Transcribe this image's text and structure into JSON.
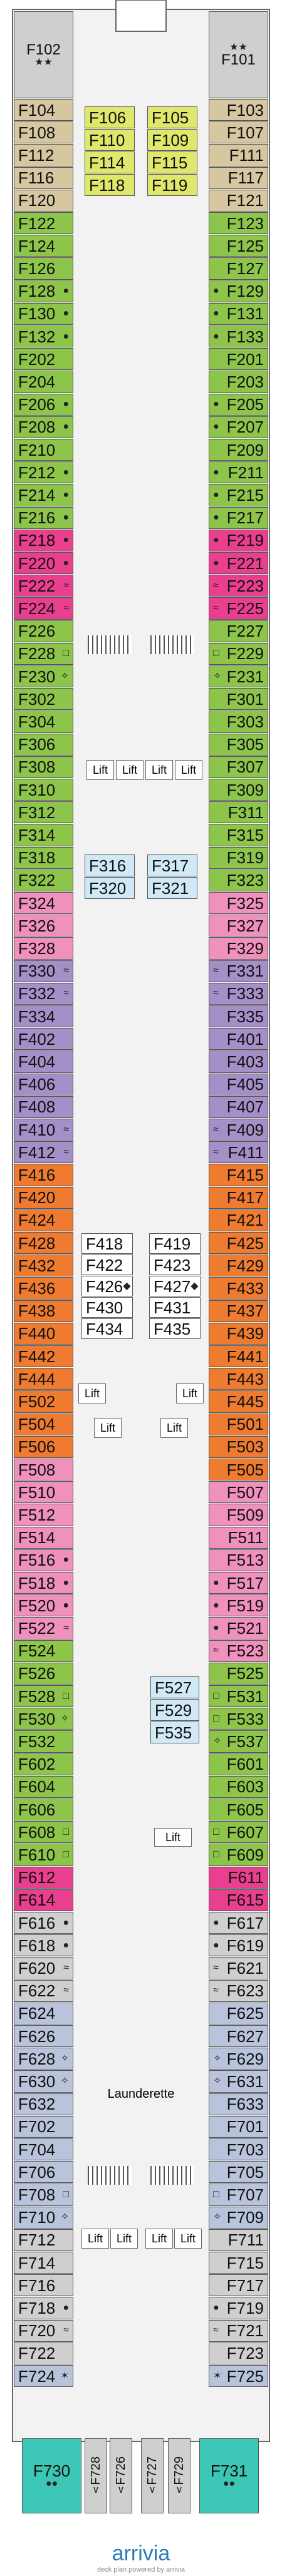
{
  "title_logo": "arrivia",
  "footer_text": "deck plan powered by arrivia",
  "launderette": "Launderette",
  "lift": "Lift",
  "colors": {
    "green": "#8dc44a",
    "yellow": "#dfe86a",
    "tan": "#d6c7a1",
    "red": "#ea3f8e",
    "orange": "#ee7b2f",
    "purple": "#a48fc8",
    "pink": "#f090bc",
    "lightblue": "#cfe9f7",
    "gray": "#cfcfcf",
    "teal": "#3cc6b6",
    "white": "#ffffff",
    "bluegray": "#b9c4dc"
  },
  "legend_symbols": {
    "dot": "●",
    "approx": "≈",
    "square": "□",
    "diamond": "◆",
    "cross": "✧",
    "star": "✶",
    "stars_pair": "★★",
    "circle_pair": "●●",
    "chevron": "∨"
  },
  "left_cabins": [
    {
      "id": "F102",
      "color": "gray",
      "sym": "stars_pair",
      "big": true
    },
    {
      "id": "F104",
      "color": "tan"
    },
    {
      "id": "F108",
      "color": "tan"
    },
    {
      "id": "F112",
      "color": "tan"
    },
    {
      "id": "F116",
      "color": "tan"
    },
    {
      "id": "F120",
      "color": "tan"
    },
    {
      "id": "F122",
      "color": "green"
    },
    {
      "id": "F124",
      "color": "green"
    },
    {
      "id": "F126",
      "color": "green"
    },
    {
      "id": "F128",
      "color": "green",
      "sym": "dot"
    },
    {
      "id": "F130",
      "color": "green",
      "sym": "dot"
    },
    {
      "id": "F132",
      "color": "green",
      "sym": "dot"
    },
    {
      "id": "F202",
      "color": "green"
    },
    {
      "id": "F204",
      "color": "green"
    },
    {
      "id": "F206",
      "color": "green",
      "sym": "dot"
    },
    {
      "id": "F208",
      "color": "green",
      "sym": "dot"
    },
    {
      "id": "F210",
      "color": "green"
    },
    {
      "id": "F212",
      "color": "green",
      "sym": "dot"
    },
    {
      "id": "F214",
      "color": "green",
      "sym": "dot"
    },
    {
      "id": "F216",
      "color": "green",
      "sym": "dot"
    },
    {
      "id": "F218",
      "color": "red",
      "sym": "dot"
    },
    {
      "id": "F220",
      "color": "red",
      "sym": "dot"
    },
    {
      "id": "F222",
      "color": "red",
      "sym": "approx"
    },
    {
      "id": "F224",
      "color": "red",
      "sym": "approx"
    },
    {
      "id": "F226",
      "color": "green"
    },
    {
      "id": "F228",
      "color": "green",
      "sym": "square"
    },
    {
      "id": "F230",
      "color": "green",
      "sym": "cross"
    },
    {
      "id": "F302",
      "color": "green"
    },
    {
      "id": "F304",
      "color": "green"
    },
    {
      "id": "F306",
      "color": "green"
    },
    {
      "id": "F308",
      "color": "green"
    },
    {
      "id": "F310",
      "color": "green"
    },
    {
      "id": "F312",
      "color": "green"
    },
    {
      "id": "F314",
      "color": "green"
    },
    {
      "id": "F318",
      "color": "green"
    },
    {
      "id": "F322",
      "color": "green"
    },
    {
      "id": "F324",
      "color": "pink"
    },
    {
      "id": "F326",
      "color": "pink"
    },
    {
      "id": "F328",
      "color": "pink"
    },
    {
      "id": "F330",
      "color": "purple",
      "sym": "approx"
    },
    {
      "id": "F332",
      "color": "purple",
      "sym": "approx"
    },
    {
      "id": "F334",
      "color": "purple"
    },
    {
      "id": "F402",
      "color": "purple"
    },
    {
      "id": "F404",
      "color": "purple"
    },
    {
      "id": "F406",
      "color": "purple"
    },
    {
      "id": "F408",
      "color": "purple"
    },
    {
      "id": "F410",
      "color": "purple",
      "sym": "approx"
    },
    {
      "id": "F412",
      "color": "purple",
      "sym": "approx"
    },
    {
      "id": "F416",
      "color": "orange"
    },
    {
      "id": "F420",
      "color": "orange"
    },
    {
      "id": "F424",
      "color": "orange"
    },
    {
      "id": "F428",
      "color": "orange"
    },
    {
      "id": "F432",
      "color": "orange"
    },
    {
      "id": "F436",
      "color": "orange"
    },
    {
      "id": "F438",
      "color": "orange"
    },
    {
      "id": "F440",
      "color": "orange"
    },
    {
      "id": "F442",
      "color": "orange"
    },
    {
      "id": "F444",
      "color": "orange"
    },
    {
      "id": "F502",
      "color": "orange"
    },
    {
      "id": "F504",
      "color": "orange"
    },
    {
      "id": "F506",
      "color": "orange"
    },
    {
      "id": "F508",
      "color": "pink"
    },
    {
      "id": "F510",
      "color": "pink"
    },
    {
      "id": "F512",
      "color": "pink"
    },
    {
      "id": "F514",
      "color": "pink"
    },
    {
      "id": "F516",
      "color": "pink",
      "sym": "dot"
    },
    {
      "id": "F518",
      "color": "pink",
      "sym": "dot"
    },
    {
      "id": "F520",
      "color": "pink",
      "sym": "dot"
    },
    {
      "id": "F522",
      "color": "pink",
      "sym": "approx"
    },
    {
      "id": "F524",
      "color": "green"
    },
    {
      "id": "F526",
      "color": "green"
    },
    {
      "id": "F528",
      "color": "green",
      "sym": "square"
    },
    {
      "id": "F530",
      "color": "green",
      "sym": "cross"
    },
    {
      "id": "F532",
      "color": "green"
    },
    {
      "id": "F602",
      "color": "green"
    },
    {
      "id": "F604",
      "color": "green"
    },
    {
      "id": "F606",
      "color": "green"
    },
    {
      "id": "F608",
      "color": "green",
      "sym": "square"
    },
    {
      "id": "F610",
      "color": "green",
      "sym": "square"
    },
    {
      "id": "F612",
      "color": "red"
    },
    {
      "id": "F614",
      "color": "red"
    },
    {
      "id": "F616",
      "color": "gray",
      "sym": "dot"
    },
    {
      "id": "F618",
      "color": "gray",
      "sym": "dot"
    },
    {
      "id": "F620",
      "color": "gray",
      "sym": "approx"
    },
    {
      "id": "F622",
      "color": "gray",
      "sym": "approx"
    },
    {
      "id": "F624",
      "color": "bluegray"
    },
    {
      "id": "F626",
      "color": "bluegray"
    },
    {
      "id": "F628",
      "color": "bluegray",
      "sym": "cross"
    },
    {
      "id": "F630",
      "color": "bluegray",
      "sym": "cross"
    },
    {
      "id": "F632",
      "color": "bluegray"
    },
    {
      "id": "F702",
      "color": "bluegray"
    },
    {
      "id": "F704",
      "color": "bluegray"
    },
    {
      "id": "F706",
      "color": "bluegray"
    },
    {
      "id": "F708",
      "color": "bluegray",
      "sym": "square"
    },
    {
      "id": "F710",
      "color": "bluegray",
      "sym": "cross"
    },
    {
      "id": "F712",
      "color": "gray"
    },
    {
      "id": "F714",
      "color": "gray"
    },
    {
      "id": "F716",
      "color": "gray"
    },
    {
      "id": "F718",
      "color": "gray",
      "sym": "dot"
    },
    {
      "id": "F720",
      "color": "gray",
      "sym": "approx"
    },
    {
      "id": "F722",
      "color": "gray"
    },
    {
      "id": "F724",
      "color": "bluegray",
      "sym": "star"
    }
  ],
  "right_cabins": [
    {
      "id": "F101",
      "color": "gray",
      "sym": "stars_pair",
      "big": true
    },
    {
      "id": "F103",
      "color": "tan"
    },
    {
      "id": "F107",
      "color": "tan"
    },
    {
      "id": "F111",
      "color": "tan"
    },
    {
      "id": "F117",
      "color": "tan"
    },
    {
      "id": "F121",
      "color": "tan"
    },
    {
      "id": "F123",
      "color": "green"
    },
    {
      "id": "F125",
      "color": "green"
    },
    {
      "id": "F127",
      "color": "green"
    },
    {
      "id": "F129",
      "color": "green",
      "sym": "dot"
    },
    {
      "id": "F131",
      "color": "green",
      "sym": "dot"
    },
    {
      "id": "F133",
      "color": "green",
      "sym": "dot"
    },
    {
      "id": "F201",
      "color": "green"
    },
    {
      "id": "F203",
      "color": "green"
    },
    {
      "id": "F205",
      "color": "green",
      "sym": "dot"
    },
    {
      "id": "F207",
      "color": "green",
      "sym": "dot"
    },
    {
      "id": "F209",
      "color": "green"
    },
    {
      "id": "F211",
      "color": "green",
      "sym": "dot"
    },
    {
      "id": "F215",
      "color": "green",
      "sym": "dot"
    },
    {
      "id": "F217",
      "color": "green",
      "sym": "dot"
    },
    {
      "id": "F219",
      "color": "red",
      "sym": "dot"
    },
    {
      "id": "F221",
      "color": "red",
      "sym": "dot"
    },
    {
      "id": "F223",
      "color": "red",
      "sym": "approx"
    },
    {
      "id": "F225",
      "color": "red",
      "sym": "approx"
    },
    {
      "id": "F227",
      "color": "green"
    },
    {
      "id": "F229",
      "color": "green",
      "sym": "square"
    },
    {
      "id": "F231",
      "color": "green",
      "sym": "cross"
    },
    {
      "id": "F301",
      "color": "green"
    },
    {
      "id": "F303",
      "color": "green"
    },
    {
      "id": "F305",
      "color": "green"
    },
    {
      "id": "F307",
      "color": "green"
    },
    {
      "id": "F309",
      "color": "green"
    },
    {
      "id": "F311",
      "color": "green"
    },
    {
      "id": "F315",
      "color": "green"
    },
    {
      "id": "F319",
      "color": "green"
    },
    {
      "id": "F323",
      "color": "green"
    },
    {
      "id": "F325",
      "color": "pink"
    },
    {
      "id": "F327",
      "color": "pink"
    },
    {
      "id": "F329",
      "color": "pink"
    },
    {
      "id": "F331",
      "color": "purple",
      "sym": "approx"
    },
    {
      "id": "F333",
      "color": "purple",
      "sym": "approx"
    },
    {
      "id": "F335",
      "color": "purple"
    },
    {
      "id": "F401",
      "color": "purple"
    },
    {
      "id": "F403",
      "color": "purple"
    },
    {
      "id": "F405",
      "color": "purple"
    },
    {
      "id": "F407",
      "color": "purple"
    },
    {
      "id": "F409",
      "color": "purple",
      "sym": "approx"
    },
    {
      "id": "F411",
      "color": "purple",
      "sym": "approx"
    },
    {
      "id": "F415",
      "color": "orange"
    },
    {
      "id": "F417",
      "color": "orange"
    },
    {
      "id": "F421",
      "color": "orange"
    },
    {
      "id": "F425",
      "color": "orange"
    },
    {
      "id": "F429",
      "color": "orange"
    },
    {
      "id": "F433",
      "color": "orange"
    },
    {
      "id": "F437",
      "color": "orange"
    },
    {
      "id": "F439",
      "color": "orange"
    },
    {
      "id": "F441",
      "color": "orange"
    },
    {
      "id": "F443",
      "color": "orange"
    },
    {
      "id": "F445",
      "color": "orange"
    },
    {
      "id": "F501",
      "color": "orange"
    },
    {
      "id": "F503",
      "color": "orange"
    },
    {
      "id": "F505",
      "color": "orange"
    },
    {
      "id": "F507",
      "color": "pink"
    },
    {
      "id": "F509",
      "color": "pink"
    },
    {
      "id": "F511",
      "color": "pink"
    },
    {
      "id": "F513",
      "color": "pink"
    },
    {
      "id": "F517",
      "color": "pink",
      "sym": "dot"
    },
    {
      "id": "F519",
      "color": "pink",
      "sym": "dot"
    },
    {
      "id": "F521",
      "color": "pink",
      "sym": "dot"
    },
    {
      "id": "F523",
      "color": "pink",
      "sym": "approx"
    },
    {
      "id": "F525",
      "color": "green"
    },
    {
      "id": "F531",
      "color": "green",
      "sym": "square"
    },
    {
      "id": "F533",
      "color": "green",
      "sym": "square"
    },
    {
      "id": "F537",
      "color": "green",
      "sym": "cross"
    },
    {
      "id": "F601",
      "color": "green"
    },
    {
      "id": "F603",
      "color": "green"
    },
    {
      "id": "F605",
      "color": "green"
    },
    {
      "id": "F607",
      "color": "green",
      "sym": "square"
    },
    {
      "id": "F609",
      "color": "green",
      "sym": "square"
    },
    {
      "id": "F611",
      "color": "red"
    },
    {
      "id": "F615",
      "color": "red"
    },
    {
      "id": "F617",
      "color": "gray",
      "sym": "dot"
    },
    {
      "id": "F619",
      "color": "gray",
      "sym": "dot"
    },
    {
      "id": "F621",
      "color": "gray",
      "sym": "approx"
    },
    {
      "id": "F623",
      "color": "gray",
      "sym": "approx"
    },
    {
      "id": "F625",
      "color": "bluegray"
    },
    {
      "id": "F627",
      "color": "bluegray"
    },
    {
      "id": "F629",
      "color": "bluegray",
      "sym": "cross"
    },
    {
      "id": "F631",
      "color": "bluegray",
      "sym": "cross"
    },
    {
      "id": "F633",
      "color": "bluegray"
    },
    {
      "id": "F701",
      "color": "bluegray"
    },
    {
      "id": "F703",
      "color": "bluegray"
    },
    {
      "id": "F705",
      "color": "bluegray"
    },
    {
      "id": "F707",
      "color": "bluegray",
      "sym": "square"
    },
    {
      "id": "F709",
      "color": "bluegray",
      "sym": "cross"
    },
    {
      "id": "F711",
      "color": "gray"
    },
    {
      "id": "F715",
      "color": "gray"
    },
    {
      "id": "F717",
      "color": "gray"
    },
    {
      "id": "F719",
      "color": "gray",
      "sym": "dot"
    },
    {
      "id": "F721",
      "color": "gray",
      "sym": "approx"
    },
    {
      "id": "F723",
      "color": "gray"
    },
    {
      "id": "F725",
      "color": "bluegray",
      "sym": "star"
    }
  ],
  "center_top_left": [
    {
      "id": "F106",
      "color": "yellow"
    },
    {
      "id": "F110",
      "color": "yellow"
    },
    {
      "id": "F114",
      "color": "yellow"
    },
    {
      "id": "F118",
      "color": "yellow"
    }
  ],
  "center_top_right": [
    {
      "id": "F105",
      "color": "yellow"
    },
    {
      "id": "F109",
      "color": "yellow"
    },
    {
      "id": "F115",
      "color": "yellow"
    },
    {
      "id": "F119",
      "color": "yellow"
    }
  ],
  "center_mid1_left": [
    {
      "id": "F316",
      "color": "lightblue"
    },
    {
      "id": "F320",
      "color": "lightblue"
    }
  ],
  "center_mid1_right": [
    {
      "id": "F317",
      "color": "lightblue"
    },
    {
      "id": "F321",
      "color": "lightblue"
    }
  ],
  "center_mid2_left": [
    {
      "id": "F418",
      "color": "white"
    },
    {
      "id": "F422",
      "color": "white"
    },
    {
      "id": "F426",
      "color": "white",
      "sym": "diamond"
    },
    {
      "id": "F430",
      "color": "white"
    },
    {
      "id": "F434",
      "color": "white"
    }
  ],
  "center_mid2_right": [
    {
      "id": "F419",
      "color": "white"
    },
    {
      "id": "F423",
      "color": "white"
    },
    {
      "id": "F427",
      "color": "white",
      "sym": "diamond"
    },
    {
      "id": "F431",
      "color": "white"
    },
    {
      "id": "F435",
      "color": "white"
    }
  ],
  "center_mid3": [
    {
      "id": "F527",
      "color": "lightblue"
    },
    {
      "id": "F529",
      "color": "lightblue"
    },
    {
      "id": "F535",
      "color": "lightblue"
    }
  ],
  "bottom_suites": [
    {
      "id": "F730",
      "color": "teal",
      "sym": "circle_pair"
    },
    {
      "id": "F728",
      "color": "gray",
      "sym": "chevron"
    },
    {
      "id": "F726",
      "color": "gray",
      "sym": "chevron"
    },
    {
      "id": "F727",
      "color": "gray",
      "sym": "chevron"
    },
    {
      "id": "F729",
      "color": "gray",
      "sym": "chevron"
    },
    {
      "id": "F731",
      "color": "teal",
      "sym": "circle_pair"
    }
  ]
}
